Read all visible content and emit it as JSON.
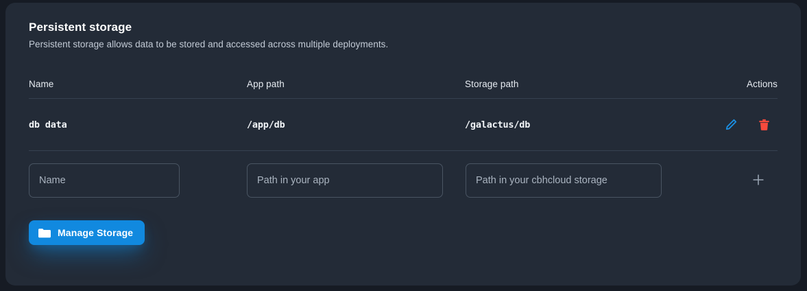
{
  "panel": {
    "title": "Persistent storage",
    "description": "Persistent storage allows data to be stored and accessed across multiple deployments."
  },
  "table": {
    "headers": {
      "name": "Name",
      "app_path": "App path",
      "storage_path": "Storage path",
      "actions": "Actions"
    },
    "rows": [
      {
        "name": "db data",
        "app_path": "/app/db",
        "storage_path": "/galactus/db",
        "edit_icon": "pencil-icon",
        "delete_icon": "trash-icon"
      }
    ]
  },
  "new_entry": {
    "name_placeholder": "Name",
    "app_path_placeholder": "Path in your app",
    "storage_path_placeholder": "Path in your cbhcloud storage",
    "name_value": "",
    "app_path_value": "",
    "storage_path_value": "",
    "add_icon": "plus-icon"
  },
  "footer": {
    "manage_storage_label": "Manage Storage",
    "manage_storage_icon": "folder-icon"
  },
  "colors": {
    "page_background": "#161b24",
    "card_background": "#232b37",
    "divider": "#364150",
    "accent_blue": "#1189df",
    "edit_blue": "#1a8fe3",
    "delete_red": "#f94a3d",
    "text_primary": "#ffffff",
    "text_muted": "#c3cbd6",
    "input_border": "#4a5563",
    "placeholder": "#aab4c0"
  }
}
